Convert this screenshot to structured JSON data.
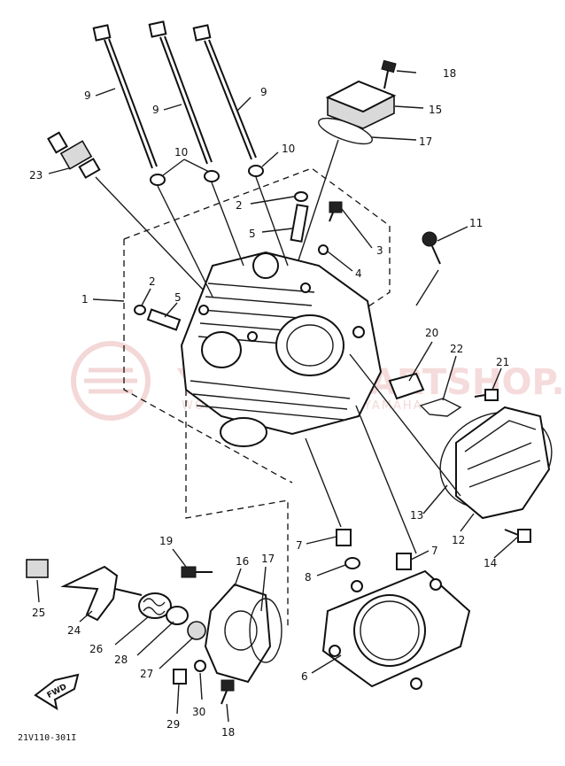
{
  "diagram": {
    "watermark": {
      "text": "YAMAHAPARTSHOP.PL",
      "subtext": "WORLDWIDE DEALER OF YAMAHA",
      "color": "#e9b0b0"
    },
    "part_code": "21V110-301I",
    "fwd_label": "FWD",
    "callouts": [
      {
        "id": "c9a",
        "label": "9"
      },
      {
        "id": "c9b",
        "label": "9"
      },
      {
        "id": "c9c",
        "label": "9"
      },
      {
        "id": "c10a",
        "label": "10"
      },
      {
        "id": "c10b",
        "label": "10"
      },
      {
        "id": "c23",
        "label": "23"
      },
      {
        "id": "c18a",
        "label": "18"
      },
      {
        "id": "c15",
        "label": "15"
      },
      {
        "id": "c17a",
        "label": "17"
      },
      {
        "id": "c2a",
        "label": "2"
      },
      {
        "id": "c5a",
        "label": "5"
      },
      {
        "id": "c3",
        "label": "3"
      },
      {
        "id": "c4",
        "label": "4"
      },
      {
        "id": "c11",
        "label": "11"
      },
      {
        "id": "c1",
        "label": "1"
      },
      {
        "id": "c2b",
        "label": "2"
      },
      {
        "id": "c5b",
        "label": "5"
      },
      {
        "id": "c20",
        "label": "20"
      },
      {
        "id": "c22",
        "label": "22"
      },
      {
        "id": "c21",
        "label": "21"
      },
      {
        "id": "c13",
        "label": "13"
      },
      {
        "id": "c12",
        "label": "12"
      },
      {
        "id": "c14",
        "label": "14"
      },
      {
        "id": "c7a",
        "label": "7"
      },
      {
        "id": "c7b",
        "label": "7"
      },
      {
        "id": "c8",
        "label": "8"
      },
      {
        "id": "c6",
        "label": "6"
      },
      {
        "id": "c19",
        "label": "19"
      },
      {
        "id": "c16",
        "label": "16"
      },
      {
        "id": "c17b",
        "label": "17"
      },
      {
        "id": "c25",
        "label": "25"
      },
      {
        "id": "c24",
        "label": "24"
      },
      {
        "id": "c26",
        "label": "26"
      },
      {
        "id": "c28",
        "label": "28"
      },
      {
        "id": "c27",
        "label": "27"
      },
      {
        "id": "c29",
        "label": "29"
      },
      {
        "id": "c30",
        "label": "30"
      },
      {
        "id": "c18b",
        "label": "18"
      }
    ]
  }
}
